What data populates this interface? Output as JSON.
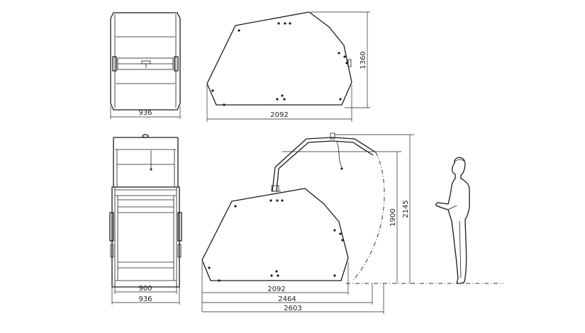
{
  "dimensions": {
    "top_front_width": "936",
    "top_side_length": "2092",
    "top_side_height": "1360",
    "bottom_front_inner_width": "900",
    "bottom_front_outer_width": "936",
    "bottom_side_length": "2092",
    "bottom_open_length": "2464",
    "bottom_total_length": "2603",
    "bottom_height_1900": "1900",
    "bottom_height_2145": "2145"
  }
}
